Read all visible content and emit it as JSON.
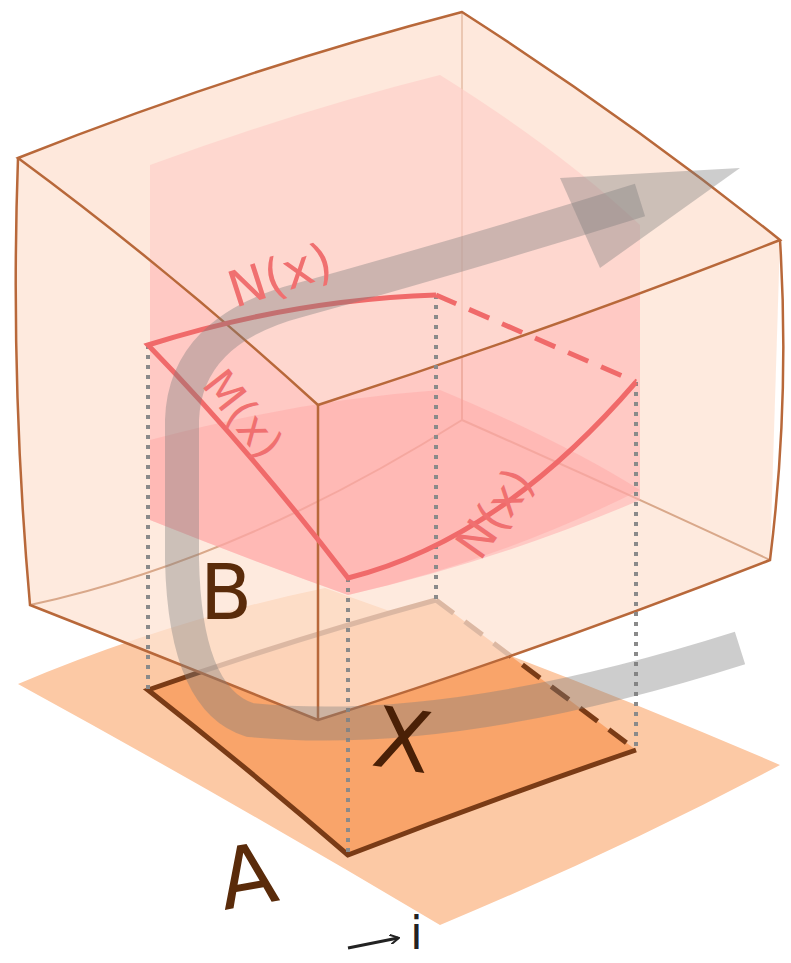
{
  "diagram": {
    "labels": [
      "N(x)",
      "M(x)",
      "N(x)",
      "B",
      "X",
      "A",
      "i"
    ]
  }
}
